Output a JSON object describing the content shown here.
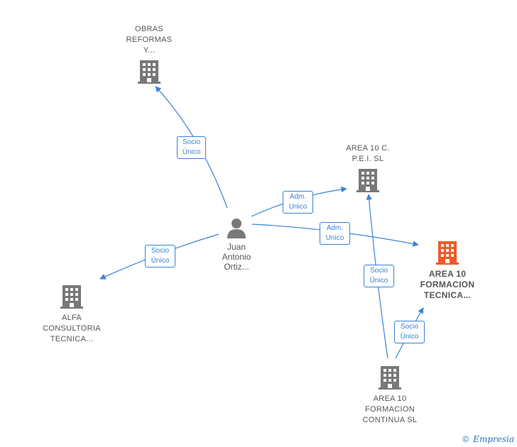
{
  "colors": {
    "edge": "#3b82d9",
    "building": "#787878",
    "building_highlight": "#f05a28",
    "person": "#787878"
  },
  "person": {
    "name": [
      "Juan",
      "Antonio",
      "Ortiz..."
    ],
    "icon": "person-icon"
  },
  "nodes": {
    "obras": {
      "lines": [
        "OBRAS",
        "REFORMAS",
        "Y..."
      ],
      "icon": "building-icon"
    },
    "area10cpei": {
      "lines": [
        "AREA 10 C.",
        "P.E.I.  SL"
      ],
      "icon": "building-icon"
    },
    "area10ft": {
      "lines": [
        "AREA 10",
        "FORMACION",
        "TECNICA..."
      ],
      "icon": "building-icon",
      "highlight": true
    },
    "alfa": {
      "lines": [
        "ALFA",
        "CONSULTORIA",
        "TECNICA..."
      ],
      "icon": "building-icon"
    },
    "area10fc": {
      "lines": [
        "AREA 10",
        "FORMACION",
        "CONTINUA  SL"
      ],
      "icon": "building-icon"
    }
  },
  "edge_labels": {
    "obras": [
      "Socio",
      "Único"
    ],
    "cpei": [
      "Adm.",
      "Unico"
    ],
    "ft": [
      "Adm.",
      "Unico"
    ],
    "alfa": [
      "Socio",
      "Único"
    ],
    "fc_cpei": [
      "Socio",
      "Único"
    ],
    "fc_ft": [
      "Socio",
      "Único"
    ]
  },
  "footer": {
    "copyright": "©",
    "brand": "Empresia"
  }
}
